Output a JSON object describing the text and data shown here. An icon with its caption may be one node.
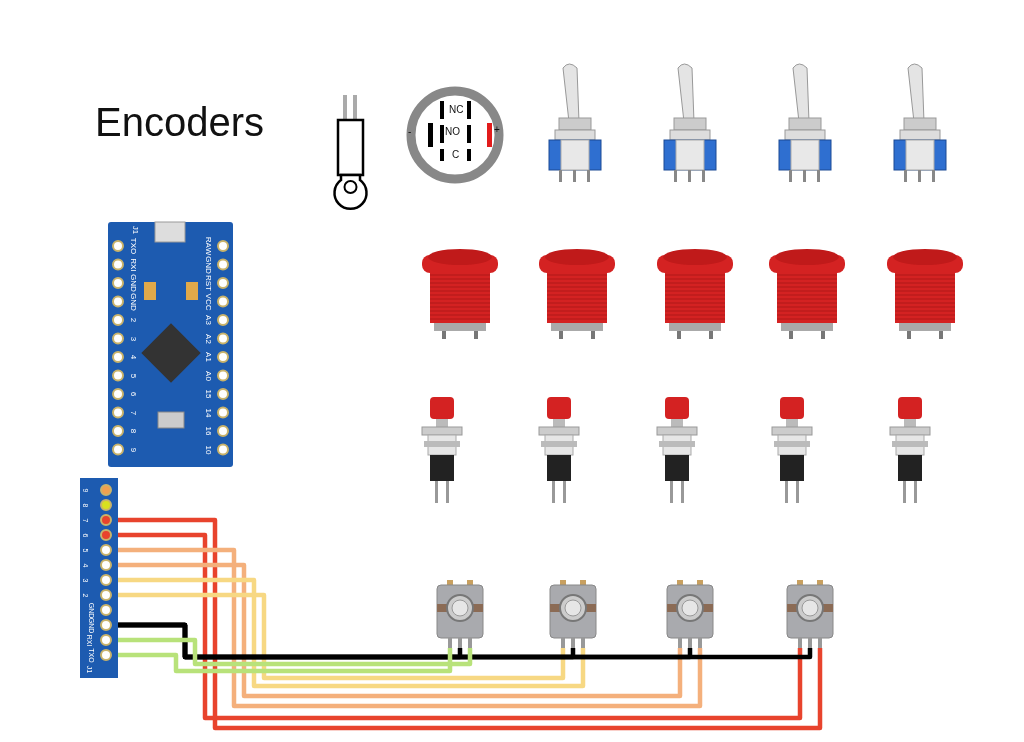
{
  "diagram": {
    "title": "Encoders",
    "nodes": [
      {
        "text": [
          "NC",
          "NO",
          "C",
          "-",
          "+"
        ]
      },
      {
        "text": [
          "J1",
          "TXO",
          "RXI",
          "GND",
          "GND",
          "2",
          "3",
          "4",
          "5",
          "6",
          "7",
          "8",
          "9",
          "RAW",
          "GND",
          "RST",
          "VCC",
          "A3",
          "A2",
          "A1",
          "A0",
          "15",
          "14",
          "16",
          "10"
        ]
      },
      {
        "text": [
          "9",
          "8",
          "7",
          "6",
          "5",
          "4",
          "3",
          "2",
          "GND",
          "GND",
          "RXI",
          "TXO",
          "J1"
        ]
      },
      {
        "text": [],
        "shape": "picture"
      },
      {
        "text": [],
        "shape": "picture"
      },
      {
        "text": [],
        "shape": "picture"
      },
      {
        "text": [],
        "shape": "picture"
      }
    ],
    "edges": [
      {
        "from": 2,
        "to": 6,
        "arrow": "none",
        "color": "#e8432d"
      },
      {
        "from": 2,
        "to": 6,
        "arrow": "none",
        "color": "#e8432d"
      },
      {
        "from": 2,
        "to": 5,
        "arrow": "none",
        "color": "#f4b07c"
      },
      {
        "from": 2,
        "to": 5,
        "arrow": "none",
        "color": "#f4b07c"
      },
      {
        "from": 2,
        "to": 4,
        "arrow": "none",
        "color": "#f7d883"
      },
      {
        "from": 2,
        "to": 4,
        "arrow": "none",
        "color": "#f7d883"
      },
      {
        "from": 2,
        "to": 3,
        "arrow": "none"
      },
      {
        "from": 2,
        "to": 4,
        "arrow": "none"
      },
      {
        "from": 2,
        "to": 5,
        "arrow": "none"
      },
      {
        "from": 2,
        "to": 6,
        "arrow": "none"
      },
      {
        "from": 2,
        "to": 3,
        "arrow": "none",
        "color": "#b8e27a"
      },
      {
        "from": 2,
        "to": 3,
        "arrow": "none",
        "color": "#b8e27a"
      }
    ]
  }
}
